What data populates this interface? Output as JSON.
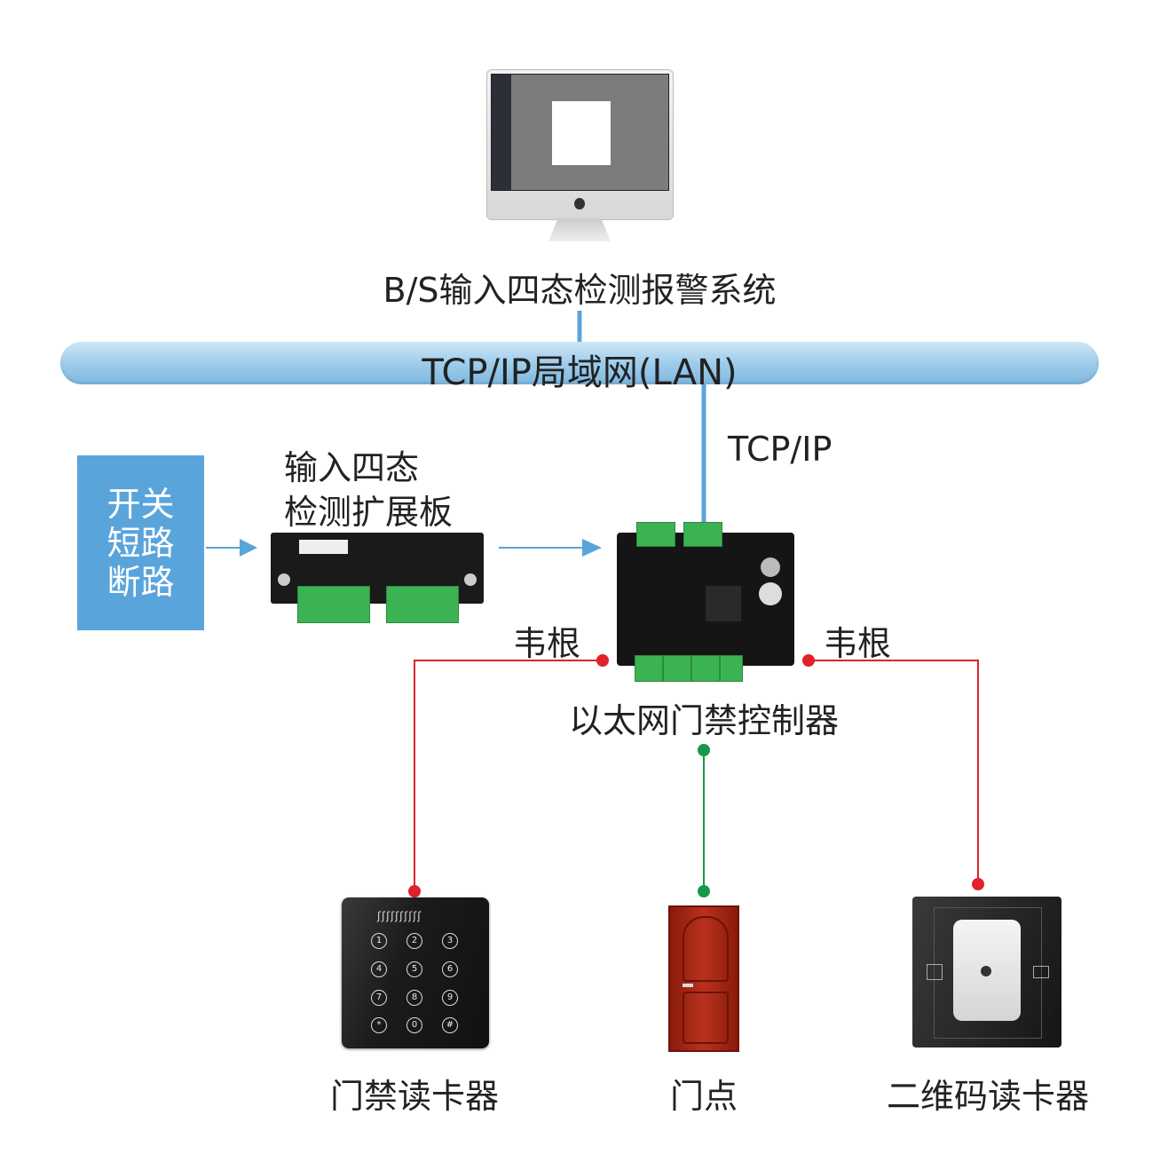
{
  "system_title": "B/S输入四态检测报警系统",
  "lan_label": "TCP/IP局域网(LAN)",
  "tcpip_label": "TCP/IP",
  "input_box": {
    "lines": [
      "开关",
      "短路",
      "断路"
    ],
    "color": "#5aa4dc"
  },
  "expansion_board": {
    "label_line1": "输入四态",
    "label_line2": "检测扩展板"
  },
  "controller": {
    "label": "以太网门禁控制器"
  },
  "wiegand_left": "韦根",
  "wiegand_right": "韦根",
  "devices": {
    "keypad_reader": {
      "label": "门禁读卡器",
      "keys": [
        "1",
        "2",
        "3",
        "4",
        "5",
        "6",
        "7",
        "8",
        "9",
        "*",
        "0",
        "#"
      ]
    },
    "door": {
      "label": "门点"
    },
    "qr_reader": {
      "label": "二维码读卡器"
    }
  },
  "colors": {
    "wiegand_line": "#d9262c",
    "door_line": "#17994a",
    "network_line": "#5aa4dc"
  }
}
